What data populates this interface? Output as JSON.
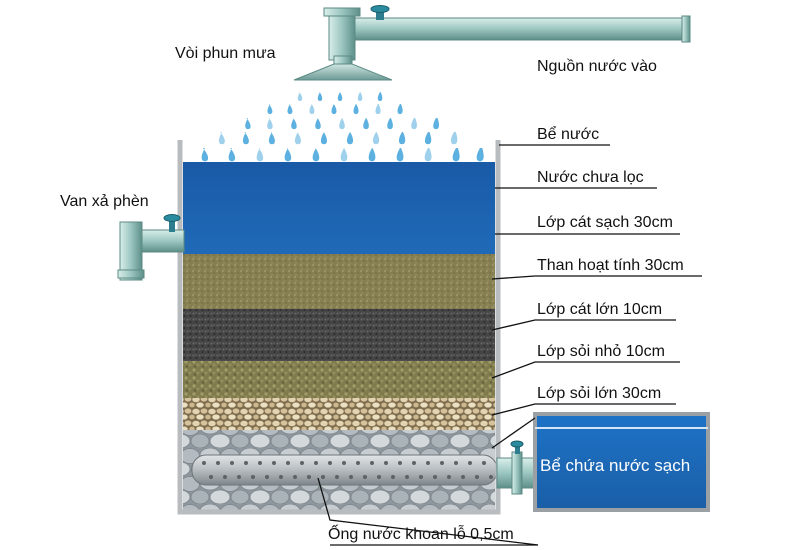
{
  "labels": {
    "spray_nozzle": "Vòi phun mưa",
    "water_source": "Nguồn nước vào",
    "alum_valve": "Van xả phèn",
    "water_tank": "Bể nước",
    "unfiltered_water": "Nước chưa lọc",
    "clean_sand_layer": "Lớp cát sạch 30cm",
    "activated_carbon_layer": "Than hoạt tính 30cm",
    "coarse_sand_layer": "Lớp cát lớn 10cm",
    "small_gravel_layer": "Lớp sỏi nhỏ 10cm",
    "large_gravel_layer": "Lớp sỏi lớn 30cm",
    "clean_water_tank": "Bể chứa nước sạch",
    "perforated_pipe": "Ống nước khoan lỗ 0,5cm"
  },
  "colors": {
    "water": "#1c5fae",
    "clean_sand": "#8a8455",
    "activated_carbon": "#4a4a4a",
    "coarse_sand": "#8e8a58",
    "small_gravel": "#d9c9a3",
    "large_gravel": "#b9c0c4",
    "pipe": "#9fc7c1",
    "clean_tank": "#1e6fc4"
  }
}
